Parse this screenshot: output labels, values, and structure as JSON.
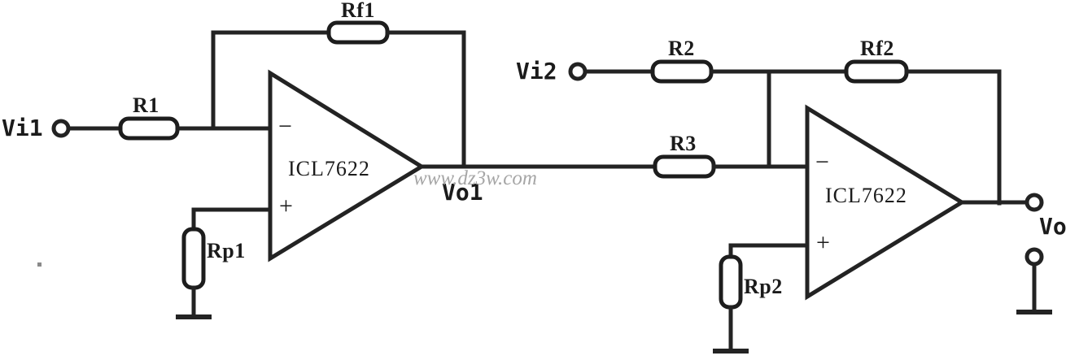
{
  "diagram": {
    "title": "Two-stage ICL7622 subtractor / difference amplifier circuit",
    "background_color": "#ffffff",
    "line_color": "#232323",
    "watermark": "www.dz3w.com",
    "watermark_color": "#a6a6a6"
  },
  "ports": {
    "vi1": "Vi1",
    "vi2": "Vi2",
    "vo1": "Vo1",
    "vo": "Vo"
  },
  "components": {
    "r1": "R1",
    "rf1": "Rf1",
    "rp1": "Rp1",
    "r2": "R2",
    "r3": "R3",
    "rf2": "Rf2",
    "rp2": "Rp2"
  },
  "opamps": [
    {
      "id": "u1",
      "part": "ICL7622",
      "inverting_sign": "−",
      "noninverting_sign": "+",
      "inverting_input_from": "R1",
      "noninverting_input_from": "Rp1",
      "feedback": "Rf1",
      "output": "Vo1"
    },
    {
      "id": "u2",
      "part": "ICL7622",
      "inverting_sign": "−",
      "noninverting_sign": "+",
      "inverting_input_from": "R2 and R3",
      "noninverting_input_from": "Rp2",
      "feedback": "Rf2",
      "output": "Vo"
    }
  ],
  "nets": [
    "Vi1 → R1 → U1 inverting input (node also ties to Rf1 left end)",
    "U1 output Vo1 → Rf1 right end (feedback)",
    "Rp1 from U1 noninverting input to ground",
    "Vo1 → R3 → U2 inverting input",
    "Vi2 → R2 → U2 inverting input node",
    "U2 output Vo → Rf2 right end (feedback) → U2 inverting input node",
    "Rp2 from U2 noninverting input to ground",
    "Vo output terminal pair: signal terminal and grounded return terminal"
  ]
}
